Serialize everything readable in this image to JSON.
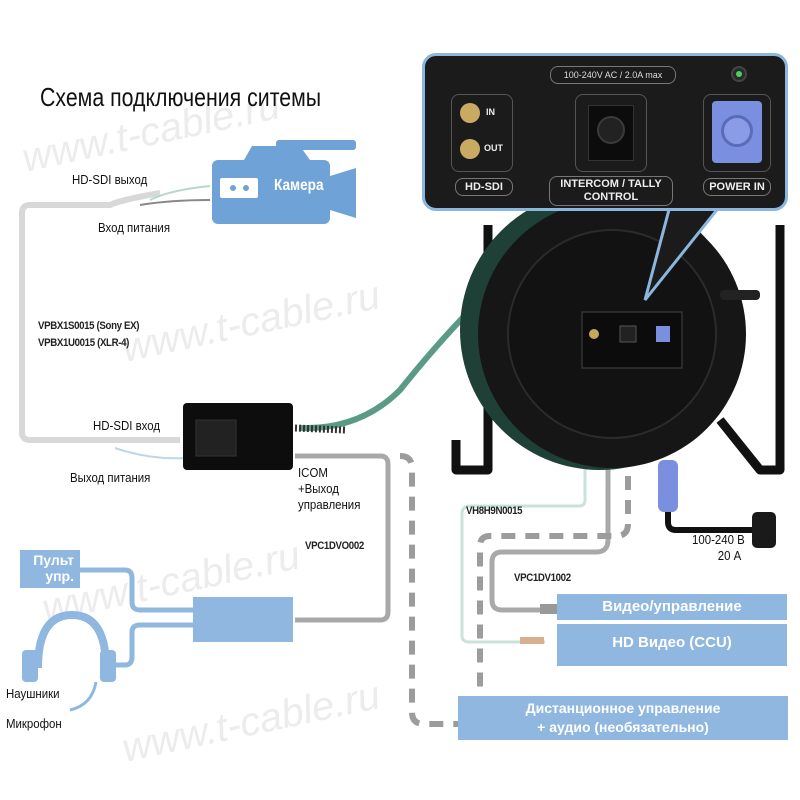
{
  "title": "Схема подключения ситемы",
  "watermark": "www.t-cable.ru",
  "camera": {
    "label": "Камера",
    "sdi_out": "HD-SDI выход",
    "power_in": "Вход питания"
  },
  "camera_cables": {
    "line1": "VPBX1S0015 (Sony EX)",
    "line2": "VPBX1U0015 (XLR-4)"
  },
  "breakout_box": {
    "sdi_in": "HD-SDI вход",
    "power_out": "Выход питания",
    "icom_line1": "ICOM",
    "icom_line2": "+Выход",
    "icom_line3": "управления",
    "cable": "VPC1DVO002"
  },
  "remote": {
    "label_line1": "Пульт",
    "label_line2": "упр.",
    "headset": "Наушники",
    "mic": "Микрофон"
  },
  "panel": {
    "rating": "100-240V AC / 2.0A  max",
    "sdi_in": "IN",
    "sdi_out": "OUT",
    "sdi_label": "HD-SDI",
    "intercom_line1": "INTERCOM / TALLY",
    "intercom_line2": "CONTROL",
    "power_label": "POWER IN"
  },
  "reel_cables": {
    "sdi_cable": "VH8H9N0015",
    "control_cable": "VPC1DV1002",
    "power_line1": "100-240 В",
    "power_line2": "20 А"
  },
  "outputs": {
    "video_control": "Видео/управление",
    "hd_video": "HD Видео (CCU)",
    "remote_line1": "Дистанционное управление",
    "remote_line2": "+ аудио (необязательно)"
  },
  "colors": {
    "accent_blue": "#8fb7e0",
    "icon_blue": "#6fa3d8",
    "panel_bg": "#1b1b1c",
    "panel_border": "#8bb6dd",
    "cable_green": "#5a9a86",
    "cable_gray": "#a8a8a8",
    "powercon_blue": "#7b8fe0"
  }
}
